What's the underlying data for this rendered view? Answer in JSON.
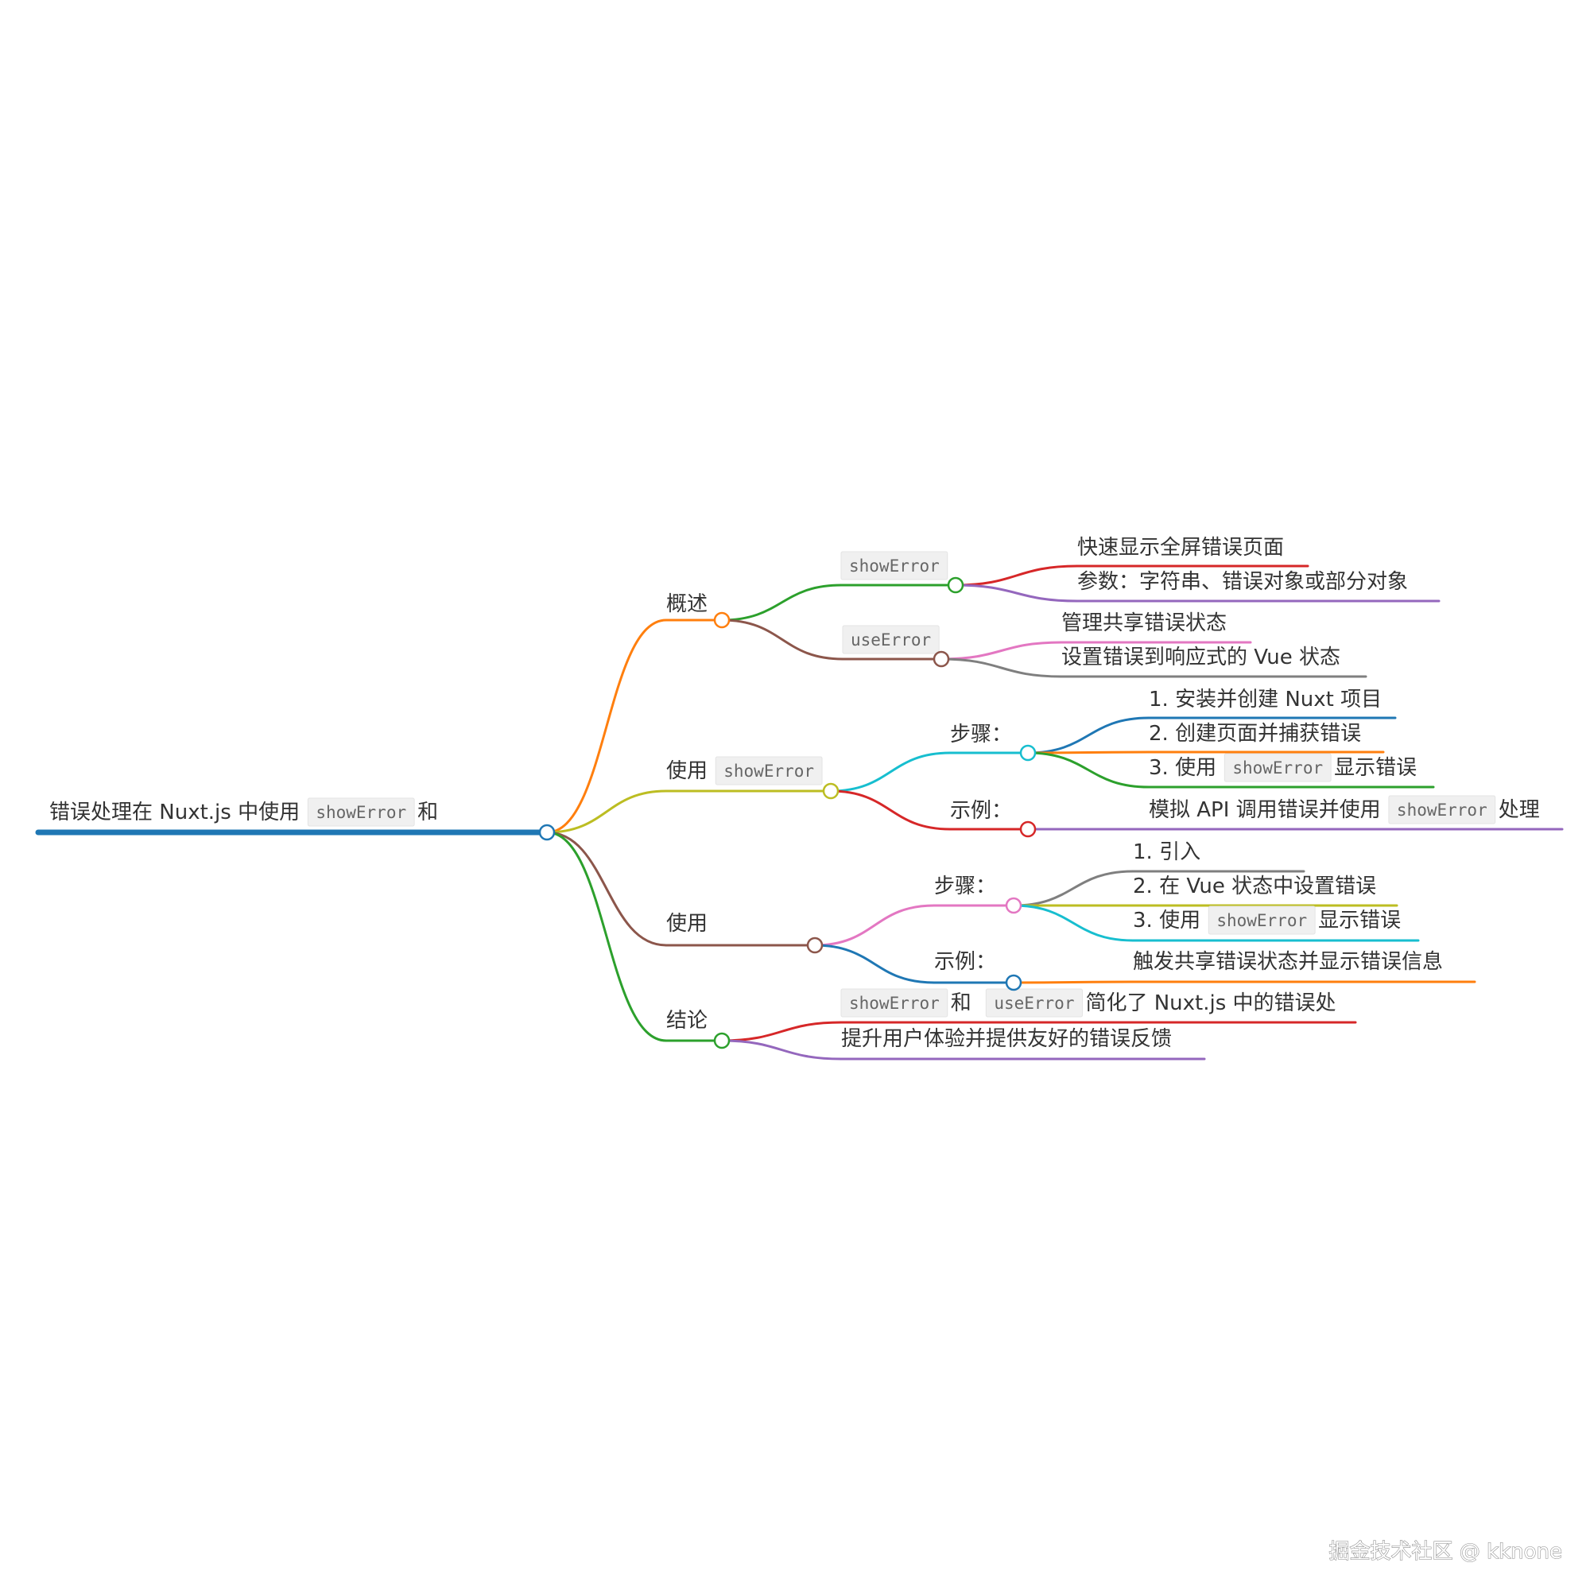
{
  "colors": {
    "root": "#1f77b4",
    "orange": "#ff7f0e",
    "green": "#2ca02c",
    "red": "#d62728",
    "purple": "#9467bd",
    "brown": "#8c564b",
    "pink": "#e377c2",
    "gray": "#7f7f7f",
    "olive": "#bcbd22",
    "cyan": "#17becf",
    "blue": "#1f77b4"
  },
  "root": {
    "parts": [
      {
        "t": "错误处理在 Nuxt.js 中使用 "
      },
      {
        "t": "showError",
        "code": true
      },
      {
        "t": " 和"
      }
    ]
  },
  "nodes": {
    "overview": {
      "parts": [
        {
          "t": "概述"
        }
      ]
    },
    "overview_showerror": {
      "parts": [
        {
          "t": "showError",
          "code": true
        }
      ]
    },
    "overview_showerror_1": {
      "parts": [
        {
          "t": "快速显示全屏错误页面"
        }
      ]
    },
    "overview_showerror_2": {
      "parts": [
        {
          "t": "参数：字符串、错误对象或部分对象"
        }
      ]
    },
    "overview_useerror": {
      "parts": [
        {
          "t": "useError",
          "code": true
        }
      ]
    },
    "overview_useerror_1": {
      "parts": [
        {
          "t": "管理共享错误状态"
        }
      ]
    },
    "overview_useerror_2": {
      "parts": [
        {
          "t": "设置错误到响应式的 Vue 状态"
        }
      ]
    },
    "use_showerror": {
      "parts": [
        {
          "t": "使用 "
        },
        {
          "t": "showError",
          "code": true
        }
      ]
    },
    "use_showerror_steps": {
      "parts": [
        {
          "t": "步骤："
        }
      ]
    },
    "use_showerror_step1": {
      "parts": [
        {
          "t": "1. 安装并创建 Nuxt 项目"
        }
      ]
    },
    "use_showerror_step2": {
      "parts": [
        {
          "t": "2. 创建页面并捕获错误"
        }
      ]
    },
    "use_showerror_step3": {
      "parts": [
        {
          "t": "3. 使用 "
        },
        {
          "t": "showError",
          "code": true
        },
        {
          "t": " 显示错误"
        }
      ]
    },
    "use_showerror_example": {
      "parts": [
        {
          "t": "示例："
        }
      ]
    },
    "use_showerror_example1": {
      "parts": [
        {
          "t": "模拟 API 调用错误并使用 "
        },
        {
          "t": "showError",
          "code": true
        },
        {
          "t": " 处理"
        }
      ]
    },
    "use": {
      "parts": [
        {
          "t": "使用"
        }
      ]
    },
    "use_steps": {
      "parts": [
        {
          "t": "步骤："
        }
      ]
    },
    "use_step1": {
      "parts": [
        {
          "t": "1. 引入"
        }
      ]
    },
    "use_step2": {
      "parts": [
        {
          "t": "2. 在 Vue 状态中设置错误"
        }
      ]
    },
    "use_step3": {
      "parts": [
        {
          "t": "3. 使用 "
        },
        {
          "t": "showError",
          "code": true
        },
        {
          "t": " 显示错误"
        }
      ]
    },
    "use_example": {
      "parts": [
        {
          "t": "示例："
        }
      ]
    },
    "use_example1": {
      "parts": [
        {
          "t": "触发共享错误状态并显示错误信息"
        }
      ]
    },
    "conclusion": {
      "parts": [
        {
          "t": "结论"
        }
      ]
    },
    "conclusion_1": {
      "parts": [
        {
          "t": "showError",
          "code": true
        },
        {
          "t": " 和 "
        },
        {
          "t": "useError",
          "code": true
        },
        {
          "t": "简化了 Nuxt.js 中的错误处"
        }
      ]
    },
    "conclusion_2": {
      "parts": [
        {
          "t": "提升用户体验并提供友好的错误反馈"
        }
      ]
    }
  },
  "watermark": "掘金技术社区 @ kknone"
}
